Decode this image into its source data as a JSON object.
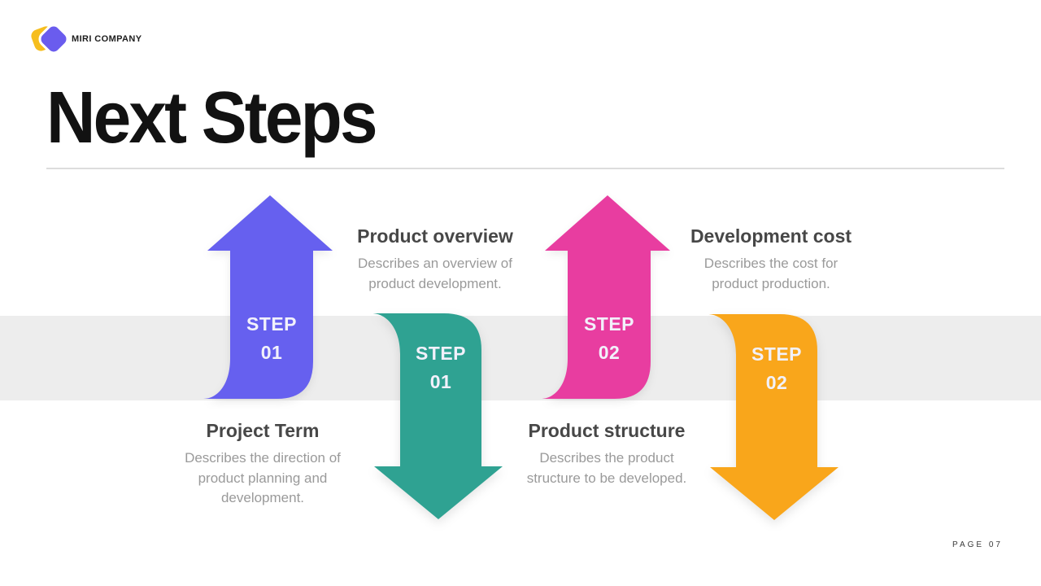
{
  "brand": {
    "name": "MIRI COMPANY"
  },
  "title": "Next Steps",
  "page_label": "PAGE 07",
  "colors": {
    "logo_yellow": "#F6BE1E",
    "logo_purple": "#6A5CEE",
    "band_gray": "#EDEDED",
    "divider_gray": "#DDDDDD",
    "heading_gray": "#474747",
    "description_gray": "#9A9A9A"
  },
  "steps": [
    {
      "step_word": "STEP",
      "step_number": "01",
      "direction": "up",
      "color": "#6660EF",
      "heading": "Product overview",
      "description": "Describes an overview of\nproduct development."
    },
    {
      "step_word": "STEP",
      "step_number": "01",
      "direction": "down",
      "color": "#2FA292",
      "heading": "Project Term",
      "description": "Describes the direction of\nproduct planning and\ndevelopment."
    },
    {
      "step_word": "STEP",
      "step_number": "02",
      "direction": "up",
      "color": "#E83DA0",
      "heading": "Development cost",
      "description": "Describes the cost for\nproduct production."
    },
    {
      "step_word": "STEP",
      "step_number": "02",
      "direction": "down",
      "color": "#F9A61B",
      "heading": "Product structure",
      "description": "Describes the product\nstructure to be developed."
    }
  ]
}
